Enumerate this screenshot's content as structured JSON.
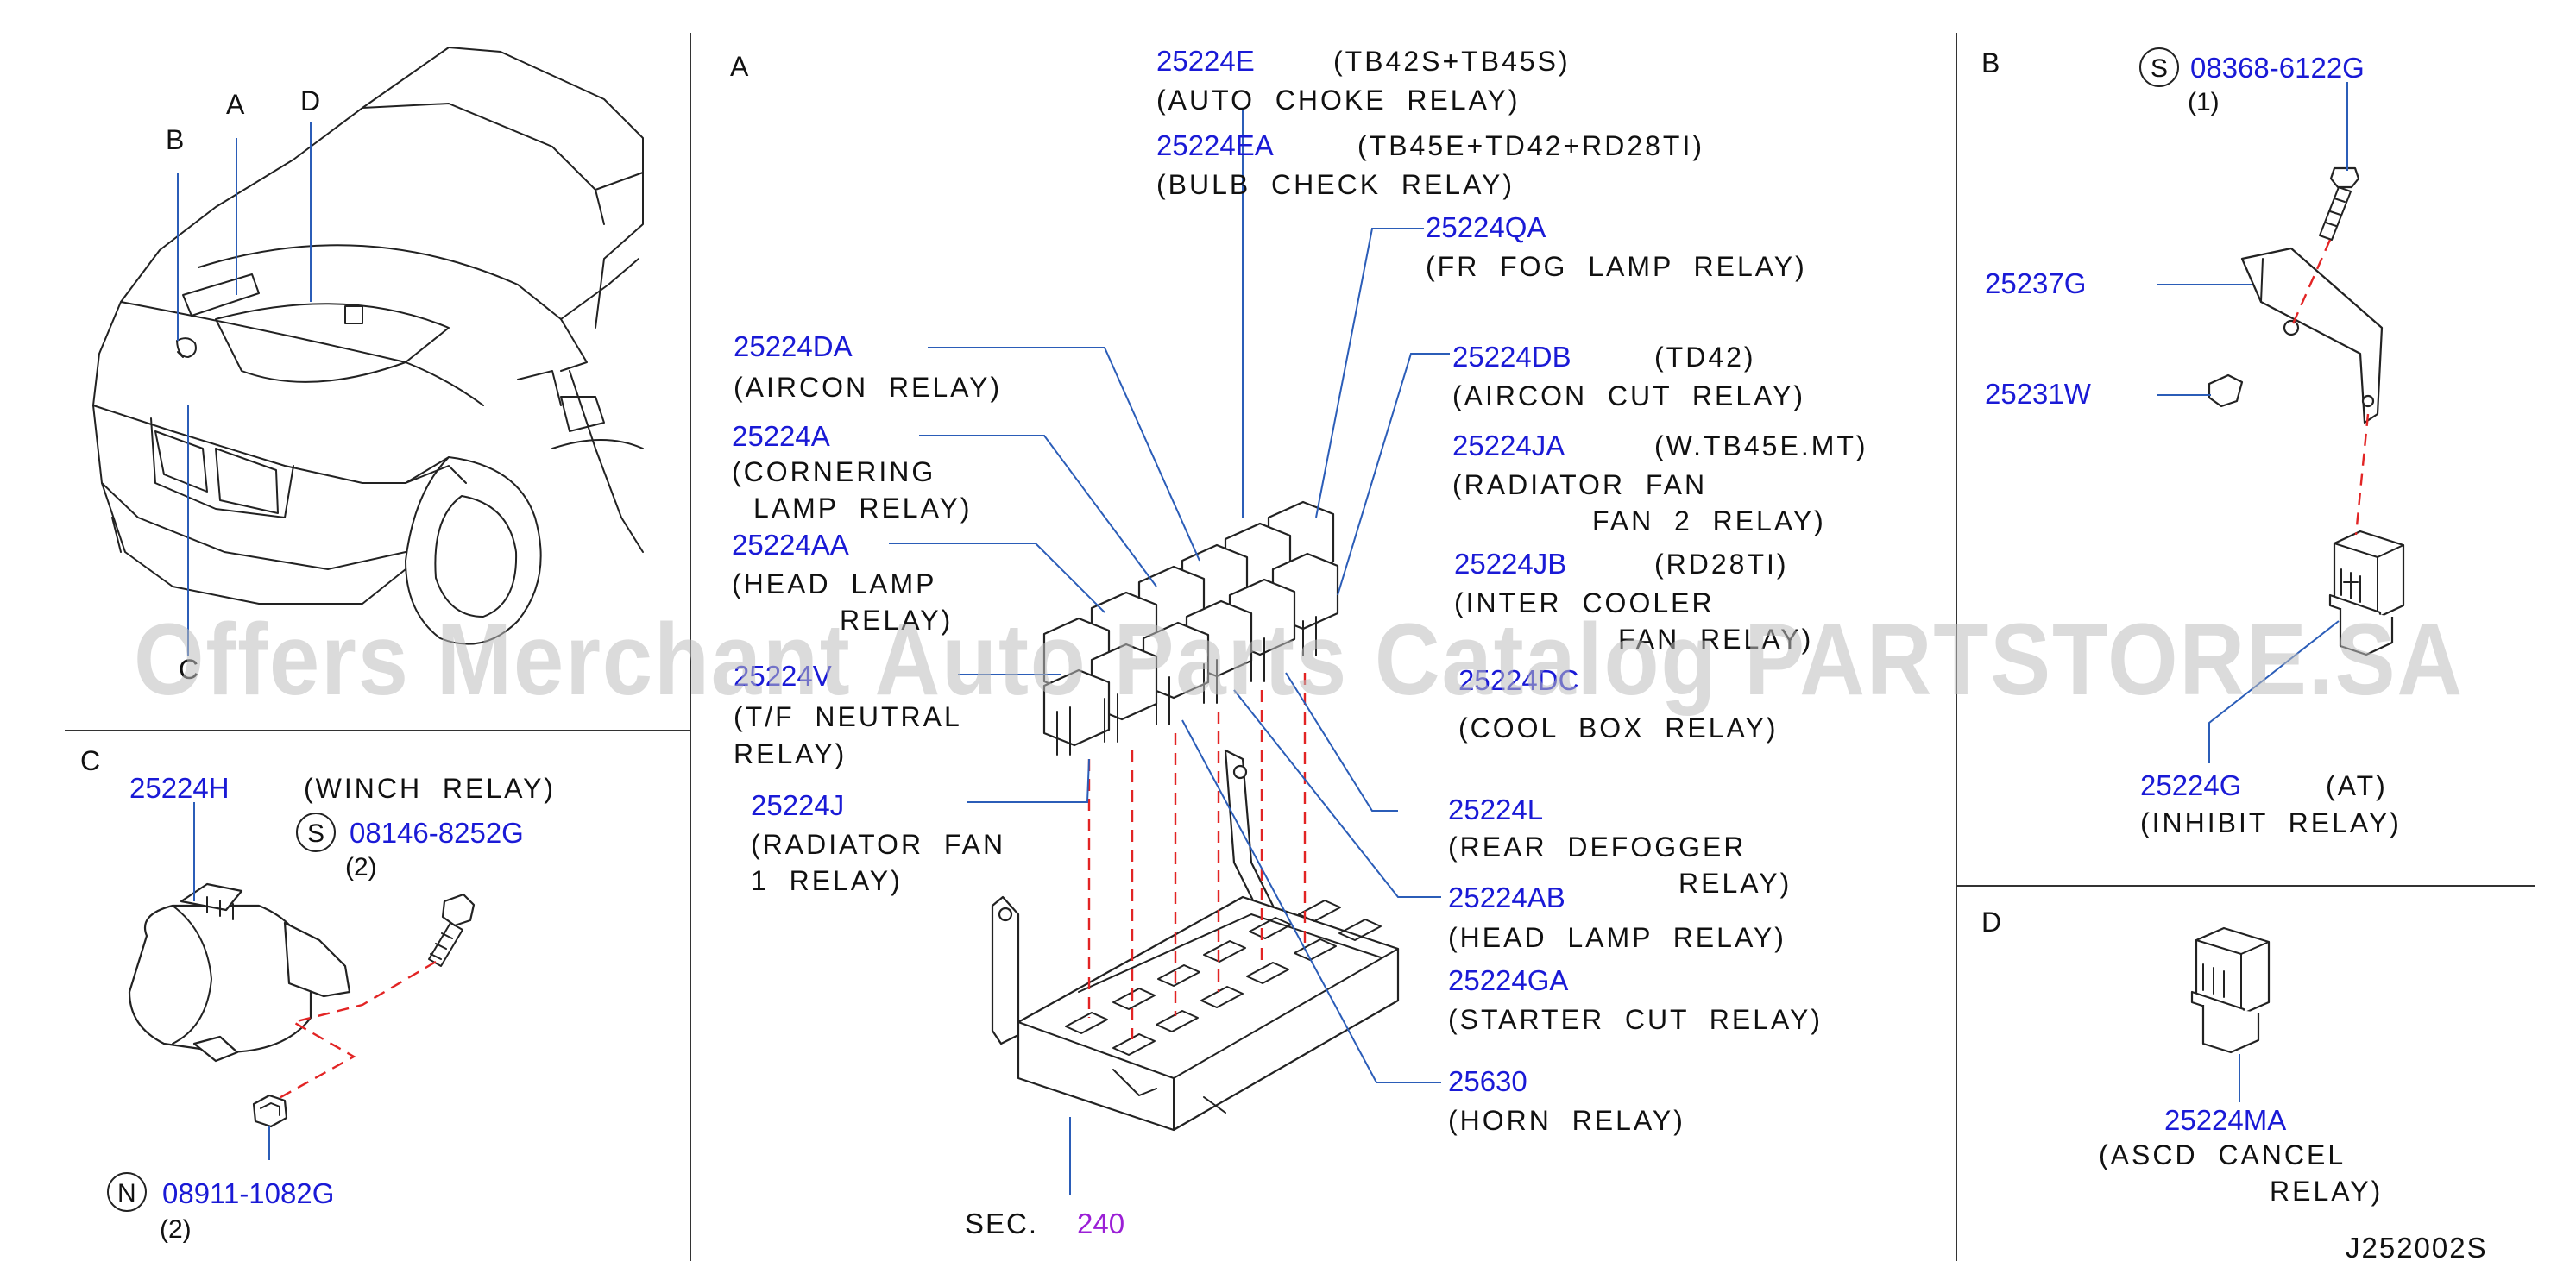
{
  "panels": {
    "a": "A",
    "b": "B",
    "c": "C",
    "d": "D"
  },
  "vehicle_locators": {
    "a": "A",
    "b": "B",
    "c": "C",
    "d": "D"
  },
  "panel_a": {
    "r25224e": {
      "pn": "25224E",
      "cond": "(TB42S+TB45S)",
      "desc": "(AUTO  CHOKE  RELAY)"
    },
    "r25224ea": {
      "pn": "25224EA",
      "cond": "(TB45E+TD42+RD28TI)",
      "desc": "(BULB  CHECK  RELAY)"
    },
    "r25224qa": {
      "pn": "25224QA",
      "desc": "(FR  FOG  LAMP  RELAY)"
    },
    "r25224da": {
      "pn": "25224DA",
      "desc": "(AIRCON  RELAY)"
    },
    "r25224db": {
      "pn": "25224DB",
      "cond": "(TD42)",
      "desc": "(AIRCON  CUT  RELAY)"
    },
    "r25224a": {
      "pn": "25224A",
      "desc1": "(CORNERING",
      "desc2": "LAMP  RELAY)"
    },
    "r25224ja": {
      "pn": "25224JA",
      "cond": "(W.TB45E.MT)",
      "desc1": "(RADIATOR  FAN",
      "desc2": "FAN  2  RELAY)"
    },
    "r25224aa": {
      "pn": "25224AA",
      "desc1": "(HEAD  LAMP",
      "desc2": "RELAY)"
    },
    "r25224jb": {
      "pn": "25224JB",
      "cond": "(RD28TI)",
      "desc1": "(INTER  COOLER",
      "desc2": "FAN  RELAY)"
    },
    "r25224v": {
      "pn": "25224V",
      "desc1": "(T/F  NEUTRAL",
      "desc2": "RELAY)"
    },
    "r25224dc": {
      "pn": "25224DC",
      "desc": "(COOL  BOX  RELAY)"
    },
    "r25224j": {
      "pn": "25224J",
      "desc1": "(RADIATOR  FAN",
      "desc2": "1  RELAY)"
    },
    "r25224l": {
      "pn": "25224L",
      "desc1": "(REAR  DEFOGGER",
      "desc2": "RELAY)"
    },
    "r25224ab": {
      "pn": "25224AB",
      "desc": "(HEAD  LAMP  RELAY)"
    },
    "r25224ga": {
      "pn": "25224GA",
      "desc": "(STARTER  CUT  RELAY)"
    },
    "r25630": {
      "pn": "25630",
      "desc": "(HORN  RELAY)"
    },
    "sec": {
      "label": "SEC.",
      "ref": "240"
    }
  },
  "panel_b": {
    "bolt": {
      "sym": "S",
      "pn": "08368-6122G",
      "qty": "(1)"
    },
    "bracket": {
      "pn": "25237G"
    },
    "clip": {
      "pn": "25231W"
    },
    "relay": {
      "pn": "25224G",
      "cond": "(AT)",
      "desc": "(INHIBIT  RELAY)"
    }
  },
  "panel_c": {
    "relay": {
      "pn": "25224H",
      "desc": "(WINCH  RELAY)"
    },
    "bolt": {
      "sym": "S",
      "pn": "08146-8252G",
      "qty": "(2)"
    },
    "nut": {
      "sym": "N",
      "pn": "08911-1082G",
      "qty": "(2)"
    }
  },
  "panel_d": {
    "relay": {
      "pn": "25224MA",
      "desc1": "(ASCD  CANCEL",
      "desc2": "RELAY)"
    }
  },
  "diagram_code": "J252002S",
  "watermark": "Offers Merchant Auto Parts Catalog PARTSTORE.SA",
  "colors": {
    "part_number": "#1a1ad6",
    "section_ref": "#9b1fd6",
    "leader_line": "#2b5db8",
    "dashed_guide": "#e22424",
    "ink": "#222222"
  }
}
